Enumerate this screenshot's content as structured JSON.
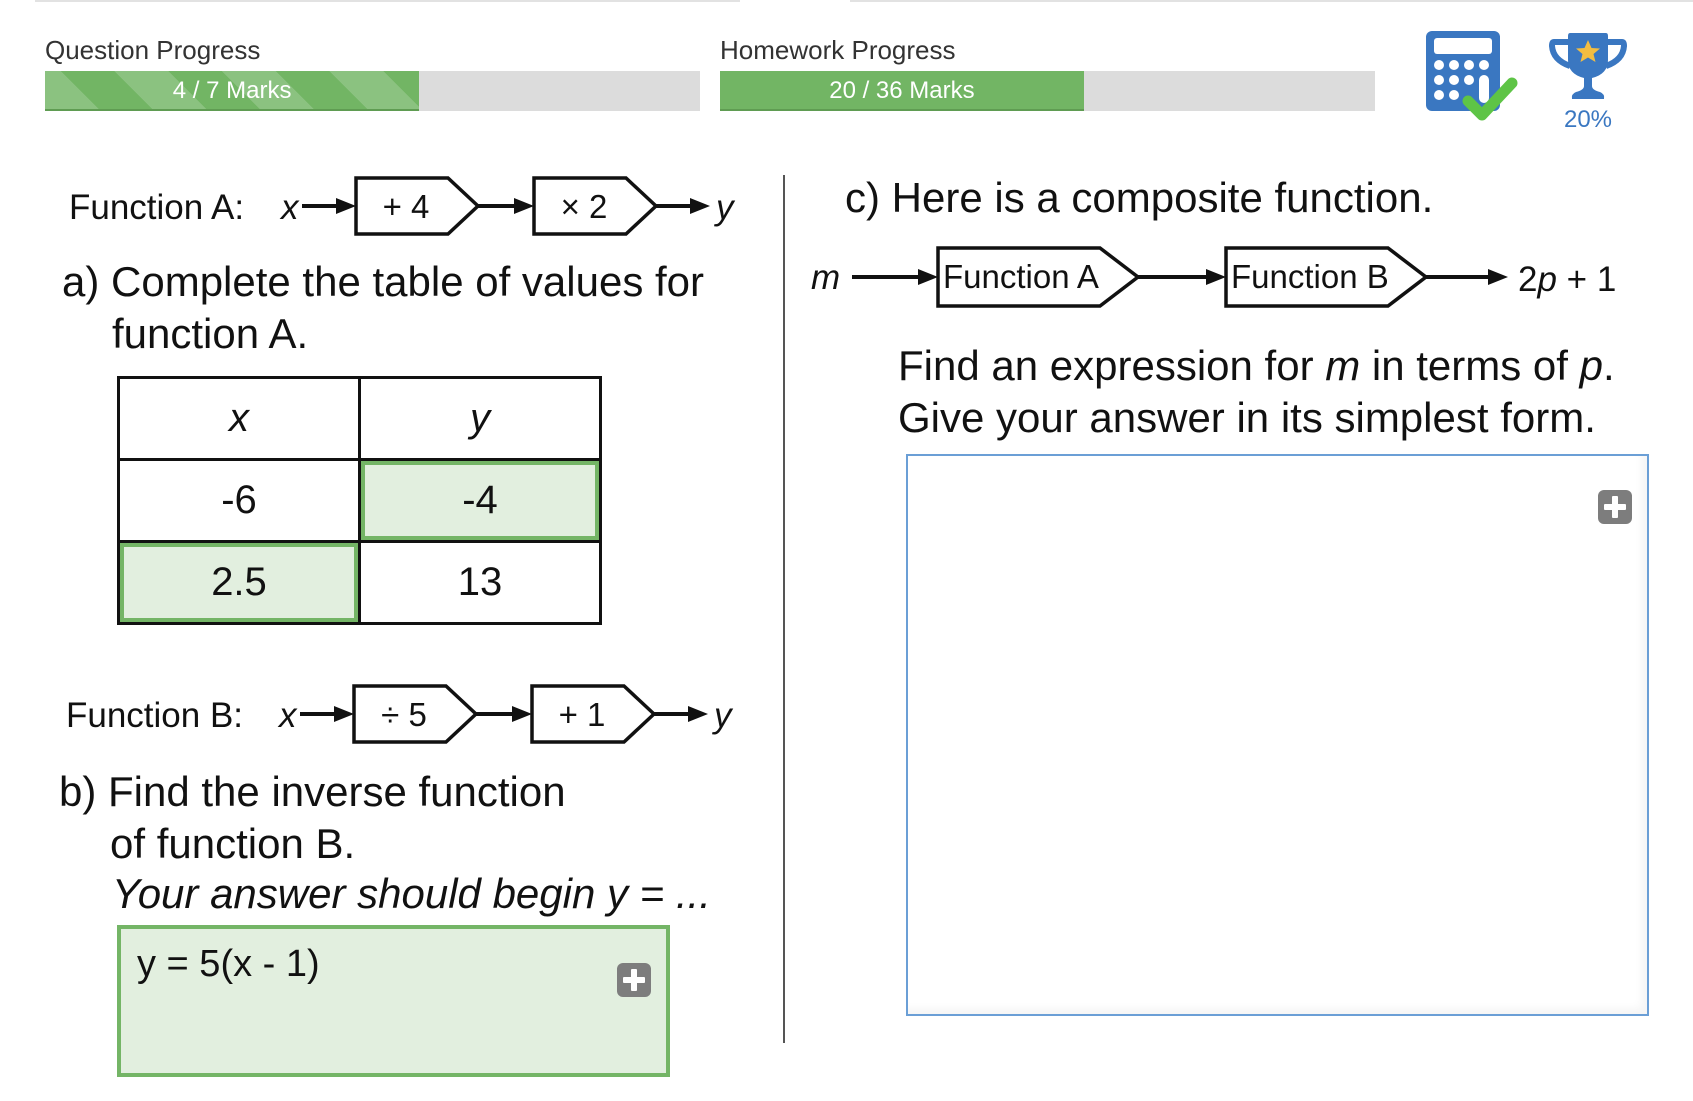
{
  "progress": {
    "question": {
      "label": "Question Progress",
      "text": "4 / 7 Marks",
      "marks": 4,
      "total": 7
    },
    "homework": {
      "label": "Homework Progress",
      "text": "20 / 36 Marks",
      "marks": 20,
      "total": 36
    }
  },
  "tools": {
    "calculator_icon": "calculator-allowed-icon",
    "trophy_icon": "trophy-icon",
    "trophy_percent": "20%"
  },
  "part_a": {
    "function_label": "Function A:",
    "input_var": "x",
    "output_var": "y",
    "steps": [
      "+ 4",
      "× 2"
    ],
    "question_line1": "a) Complete the table of values for",
    "question_line2": "function A.",
    "table": {
      "headers": [
        "x",
        "y"
      ],
      "rows": [
        {
          "x": "-6",
          "y": "-4",
          "answered": "y"
        },
        {
          "x": "2.5",
          "y": "13",
          "answered": "x"
        }
      ]
    }
  },
  "part_b": {
    "function_label": "Function B:",
    "input_var": "x",
    "output_var": "y",
    "steps": [
      "÷ 5",
      "+ 1"
    ],
    "question_line1": "b) Find the inverse function",
    "question_line2": "of function B.",
    "hint": "Your answer should begin y = ...",
    "answer": "y = 5(x - 1)"
  },
  "part_c": {
    "question_line1": "c) Here is a composite function.",
    "input_var": "m",
    "machines": [
      "Function A",
      "Function B"
    ],
    "output_coef": "2",
    "output_var": "p",
    "output_rest": " + 1",
    "instruction_prefix": "Find an expression for ",
    "instruction_var1": "m",
    "instruction_mid": " in terms of ",
    "instruction_var2": "p",
    "instruction_end": ".",
    "instruction_line2": "Give your answer in its simplest form.",
    "answer": ""
  },
  "colors": {
    "progress_green": "#72b564",
    "correct_fill": "#e2efdf",
    "correct_border": "#74b566",
    "input_border": "#6b9fd6",
    "accent_blue": "#3a77c1",
    "check_green": "#5ec446",
    "star_yellow": "#f3bd41"
  }
}
